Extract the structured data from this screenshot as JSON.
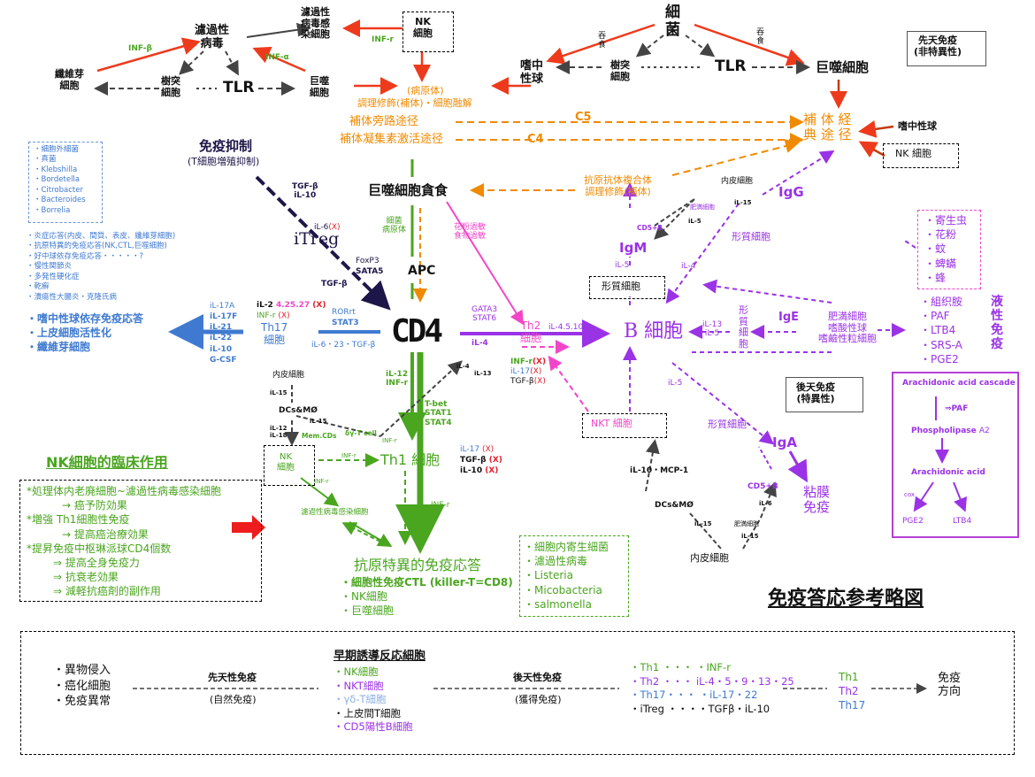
{
  "title": "免疫答応参考略図",
  "colors": {
    "orange": "#f08a00",
    "green": "#4aa51f",
    "purple": "#9a32e6",
    "blue": "#3f7ad0",
    "red": "#e4202d",
    "navy": "#1d1648",
    "pink": "#f246c8"
  },
  "top": {
    "virus": "濾過性\n病毒",
    "infected": "濾過性\n病毒感\n染細胞",
    "nk_box": "NK\n細胞",
    "fibroblast": "纖維芽\n細胞",
    "dendritic": "樹突\n細胞",
    "tlr": "TLR",
    "macrophage": "巨噬\n細胞",
    "inf_b": "INF-β",
    "inf_a": "INF-α",
    "inf_r": "INF-r",
    "pathogen": "(病原体)",
    "opsonize": "調理修飾(補体)・細胞融解",
    "bacteria": "細\n菌",
    "neutrophil": "嗜中\n性球",
    "dendritic2": "樹突\n細胞",
    "tlr2": "TLR",
    "macrophage2": "巨噬細胞",
    "eat1": "吞\n食",
    "eat2": "吞\n食",
    "innate_box": "先天免疫\n(非特異性)"
  },
  "complement": {
    "alt": "補体旁路途径",
    "classic": "補体凝集素激活途径",
    "c5": "C5",
    "c4": "C4",
    "path": "補 体 経\n典 途 径",
    "neutrophil": "嗜中性球",
    "nk": "NK 細胞"
  },
  "suppress": {
    "title": "免疫抑制",
    "sub": "(T細胞増殖抑制)",
    "tgf": "TGF-β\niL-10",
    "il6": "iL-6",
    "x": "(X)",
    "itreg": "iTreg",
    "foxp3": "FoxP3",
    "sata5": "SATA5",
    "tgfb": "TGF-β"
  },
  "left_list": [
    "・細胞外細菌",
    "・真菌",
    "・Klebshilla",
    "・Bordetella",
    "・Citrobacter",
    "・Bacteroides",
    "・Borrelia"
  ],
  "left_diseases": [
    "・炎症応答(内皮、間質、表皮、纖維芽細胞)",
    "・抗原特異的免疫応答(NK,CTL,巨噬細胞)",
    "・好中球依存免疫応答・・・・・?",
    "・慢性関節炎",
    "・多発性硬化症",
    "・乾癬",
    "・潰瘍性大腸炎・克隆氏病"
  ],
  "left_results": [
    "・嗜中性球依存免疫応答",
    "・上皮細胞活性化",
    "・纖維芽細胞"
  ],
  "th17": {
    "cytokines": [
      "iL-17A",
      "iL-17F",
      "iL-21",
      "iL-22",
      "iL-10",
      "G-CSF"
    ],
    "il2": "iL-2",
    "il2b": "4.25.27",
    "x": "(X)",
    "infr": "INF-r",
    "label": "Th17\n細胞",
    "ror": "RORrt",
    "stat3": "STAT3",
    "il6tgf": "iL-6・23・TGF-β"
  },
  "center": {
    "macro_eat": "巨噬細胞貪食",
    "bact": "細菌\n病原体",
    "pollen": "花粉過敏\n食物過敏",
    "apc": "APC",
    "cd4": "CD4",
    "il12": "iL-12\nINF-r",
    "tbet": "T-bet\nSTAT1\nSTAT4",
    "gata": "GATA3\nSTAT6",
    "il4": "iL-4",
    "th2": "Th2\n細胞",
    "il4510": "iL-4.5.10",
    "infr_x": "INF-r",
    "il17_x": "iL-17",
    "tgf_x": "TGF-β",
    "x": "(X)"
  },
  "lower_left": {
    "endo": "内皮細胞",
    "il15": "iL-15",
    "dc": "DCs&MØ",
    "il15b": "iL-15",
    "il12": "iL-12\niL-18",
    "memcd": "Mem.CDs",
    "gd": "δγ-T cell",
    "infr1": "INF-r",
    "nk": "NK\n細胞",
    "infr2": "INF-r",
    "infr3": "INF-r",
    "th1": "Th1 細胞",
    "il17": "iL-17",
    "tgf": "TGF-β",
    "il10": "iL-10",
    "x": "(X)",
    "infected": "濾過性病毒感染細胞",
    "infr4": "INF-r",
    "il4a": "iL-4",
    "il13": "iL-13"
  },
  "clinical": {
    "title": "NK細胞的臨床作用",
    "items": [
      "*処理体内老廃細胞~濾過性病毒感染細胞",
      "→ 癌予防効果",
      "*増強 Th1細胞性免疫",
      "→ 提高癌治療効果",
      "*提昇免疫中枢琳派球CD4個数",
      "⇒ 提高全身免疫力",
      "⇒ 抗衰老効果",
      "⇒ 減軽抗癌剤的副作用"
    ]
  },
  "antigen": {
    "title": "抗原特異的免疫応答",
    "items": [
      "・細胞性免疫CTL (killer-T=CD8)",
      "・NK細胞",
      "・巨噬細胞"
    ]
  },
  "intracell": [
    "・細胞内寄生細菌",
    "・濾過性病毒",
    "・Listeria",
    "・Micobacteria",
    "・salmonella"
  ],
  "right": {
    "immune_complex": "抗原抗体複合体\n調理修飾(補体)",
    "igg": "IgG",
    "igm": "IgM",
    "il5a": "iL-5",
    "il5b": "iL-5",
    "il4": "iL-4",
    "cd5b": "CD5+B",
    "il5c": "iL-5",
    "il15": "iL-15",
    "fat": "肥満細胞",
    "endo": "内皮細胞",
    "plasma_box": "形質細胞",
    "plasma1": "形質細胞",
    "bcell": "B 細胞",
    "il13": "iL-13\niL-5",
    "plasma2": "形\n質\n細\n胞",
    "ige": "IgE",
    "mast": "肥満細胞\n嗜酸性球\n嗜鹼性粒細胞",
    "il5d": "iL-5",
    "plasma3": "形質細胞",
    "iga": "IgA",
    "cd5b2": "CD5+B",
    "il6": "iL-6",
    "fat2": "肥満細胞",
    "il15b": "iL-15",
    "il15c": "iL-15",
    "mucosa": "粘膜\n免疫",
    "nkt": "NKT 細胞",
    "il10mcp": "iL-10・MCP-1",
    "dc": "DCs&MØ",
    "il15d": "iL-15",
    "endo2": "内皮細胞",
    "adaptive_box": "後天免疫\n(特異性)",
    "parasites": [
      "・寄生虫",
      "・花粉",
      "・蚊",
      "・蜱蟎",
      "・蜂"
    ],
    "mediators": [
      "・組织胺",
      "・PAF",
      "・LTB4",
      "・SRS-A",
      "・PGE2"
    ],
    "humoral": "液\n性\n免\n疫"
  },
  "cascade": {
    "title": "Arachidonic acid cascade",
    "paf": "⇒PAF",
    "phospho": "Phospholipase",
    "a2": "A2",
    "aa": "Arachidonic acid",
    "cox": "cox",
    "pge2": "PGE2",
    "ltb4": "LTB4"
  },
  "legend": {
    "triggers": [
      "・異物侵入",
      "・癌化細胞",
      "・免疫異常"
    ],
    "innate": "先天性免疫",
    "innate_sub": "(自然免疫)",
    "early_title": "早期誘導反応細胞",
    "early_items": [
      "・NK細胞",
      "・NKT細胞",
      "・γδ-T細胞",
      "・上皮間T細胞",
      "・CD5陽性B細胞"
    ],
    "adaptive": "後天性免疫",
    "adaptive_sub": "(獲得免疫)",
    "th_lines": [
      "・Th1 ・・・ ・INF-r",
      "・Th2 ・・・ iL-4・5・9・13・25",
      "・Th17・・・ ・iL-17・22",
      "・iTreg ・・・・TGFβ・iL-10"
    ],
    "th_types": [
      "Th1",
      "Th2",
      "Th17"
    ],
    "direction": "免疫\n方向"
  }
}
